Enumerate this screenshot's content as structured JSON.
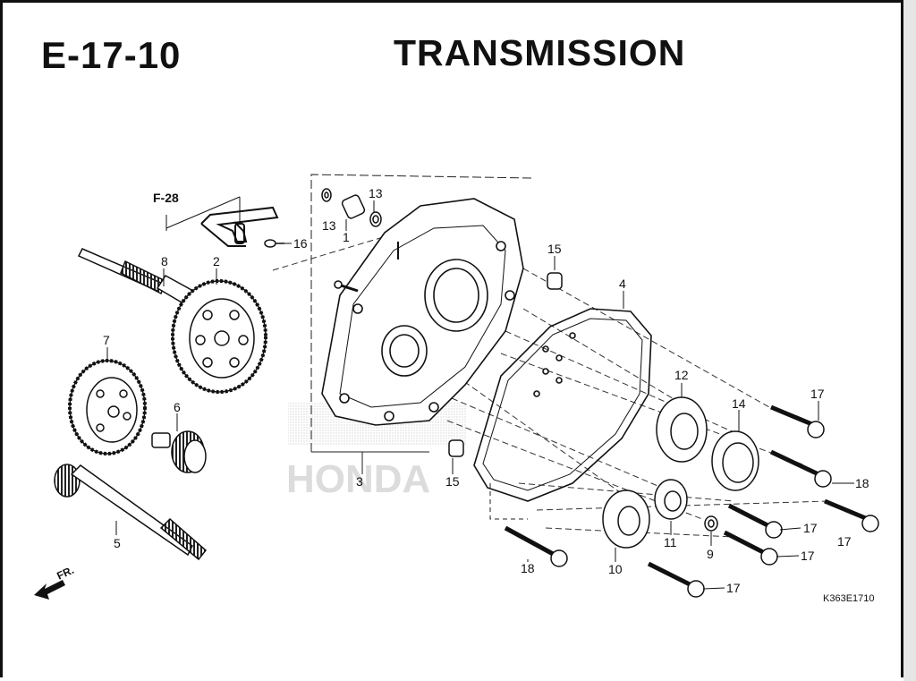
{
  "header": {
    "section_code": "E-17-10",
    "title": "TRANSMISSION"
  },
  "diagram": {
    "ref_label": "F-28",
    "direction_label": "FR.",
    "watermark": "HONDA",
    "drawing_code": "K363E1710",
    "callouts": {
      "c1": "1",
      "c2": "2",
      "c3": "3",
      "c4": "4",
      "c5": "5",
      "c6": "6",
      "c7": "7",
      "c8": "8",
      "c9": "9",
      "c10": "10",
      "c11": "11",
      "c12": "12",
      "c13a": "13",
      "c13b": "13",
      "c14": "14",
      "c15a": "15",
      "c15b": "15",
      "c16": "16",
      "c17a": "17",
      "c17b": "17",
      "c17c": "17",
      "c17d": "17",
      "c17e": "17",
      "c18a": "18",
      "c18b": "18"
    }
  }
}
